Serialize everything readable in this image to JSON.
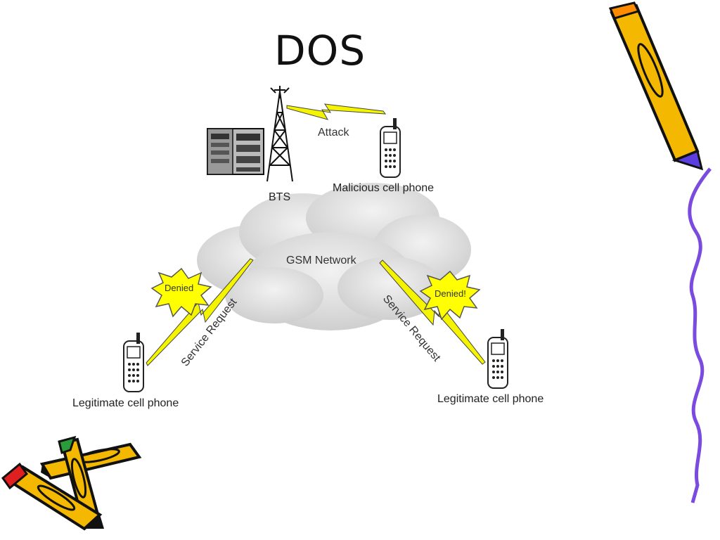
{
  "slide": {
    "title": "DOS"
  },
  "diagram": {
    "bts_label": "BTS",
    "attack_label": "Attack",
    "malicious_phone_label": "Malicious cell phone",
    "network_label": "GSM Network",
    "left_request_label": "Service Request",
    "right_request_label": "Service Request",
    "left_denied_label": "Denied",
    "right_denied_label": "Denied!",
    "left_phone_label": "Legitimate cell phone",
    "right_phone_label": "Legitimate cell phone"
  },
  "colors": {
    "bolt": "#f4f400",
    "burst": "#ffff00",
    "cloud": "#d9d9d9",
    "wavy_line": "#7b4be0",
    "pencil_body": "#f5b800"
  },
  "icons": [
    "tower-icon",
    "base-station-equipment-icon",
    "cell-phone-icon",
    "lightning-bolt-icon",
    "cloud-icon",
    "explosion-burst-icon",
    "pencil-icon"
  ]
}
